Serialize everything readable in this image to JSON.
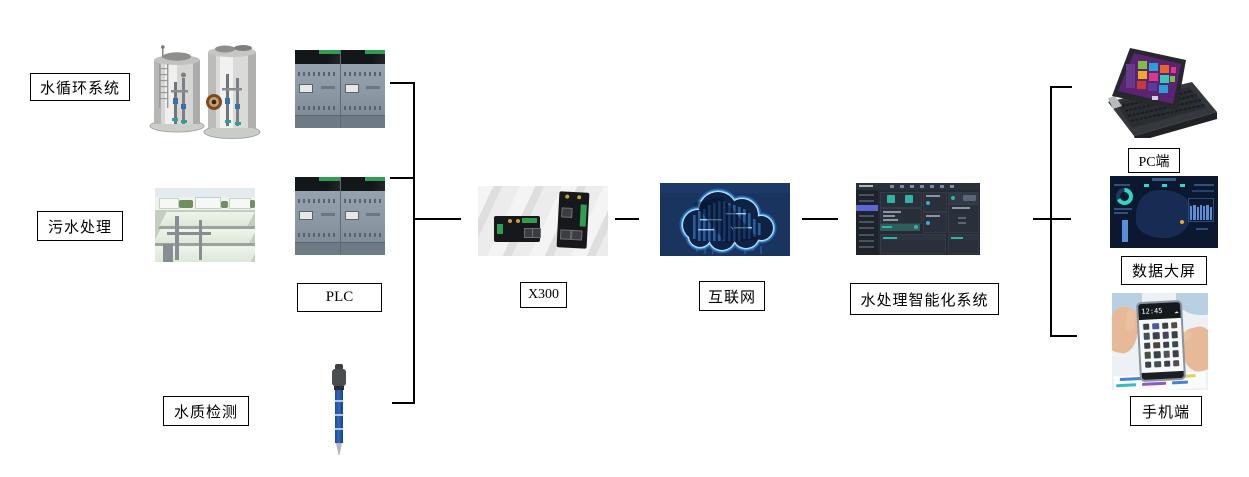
{
  "labels": {
    "water_cycle": "水循环系统",
    "sewage": "污水处理",
    "plc": "PLC",
    "water_quality": "水质检测",
    "x300": "X300",
    "internet": "互联网",
    "system": "水处理智能化系统",
    "pc": "PC端",
    "data_screen": "数据大屏",
    "mobile": "手机端"
  },
  "phone": {
    "time": "12:45"
  },
  "images": {
    "tanks": "water-circulation-tanks-photo",
    "sewage_plant": "sewage-treatment-plant-photo",
    "plc_top": "plc-controller-modules-photo",
    "plc_bottom": "plc-controller-modules-photo",
    "sensor": "water-quality-probe-photo",
    "gateway": "x300-industrial-gateway-photo",
    "cloud": "internet-cloud-graphic",
    "software": "water-treatment-software-screenshot",
    "laptop": "pc-laptop-photo",
    "dashboard": "data-big-screen-dashboard",
    "phone": "smartphone-in-hands-photo"
  },
  "colors": {
    "background": "#ffffff",
    "line": "#000000",
    "label_border": "#000000",
    "cloud_glow": "#6fc2ff",
    "cloud_bg": "#19345e",
    "software_accent": "#2fb3a3",
    "software_highlight": "#5b67d8",
    "dashboard_bar": "#5a8fd8",
    "dashboard_bg": "#0c1830",
    "dashboard_teal": "#2fd8c0",
    "plc_green": "#2f9e4f",
    "sensor_blue": "#2f6ac2",
    "win8_purple": "#5a2472"
  }
}
